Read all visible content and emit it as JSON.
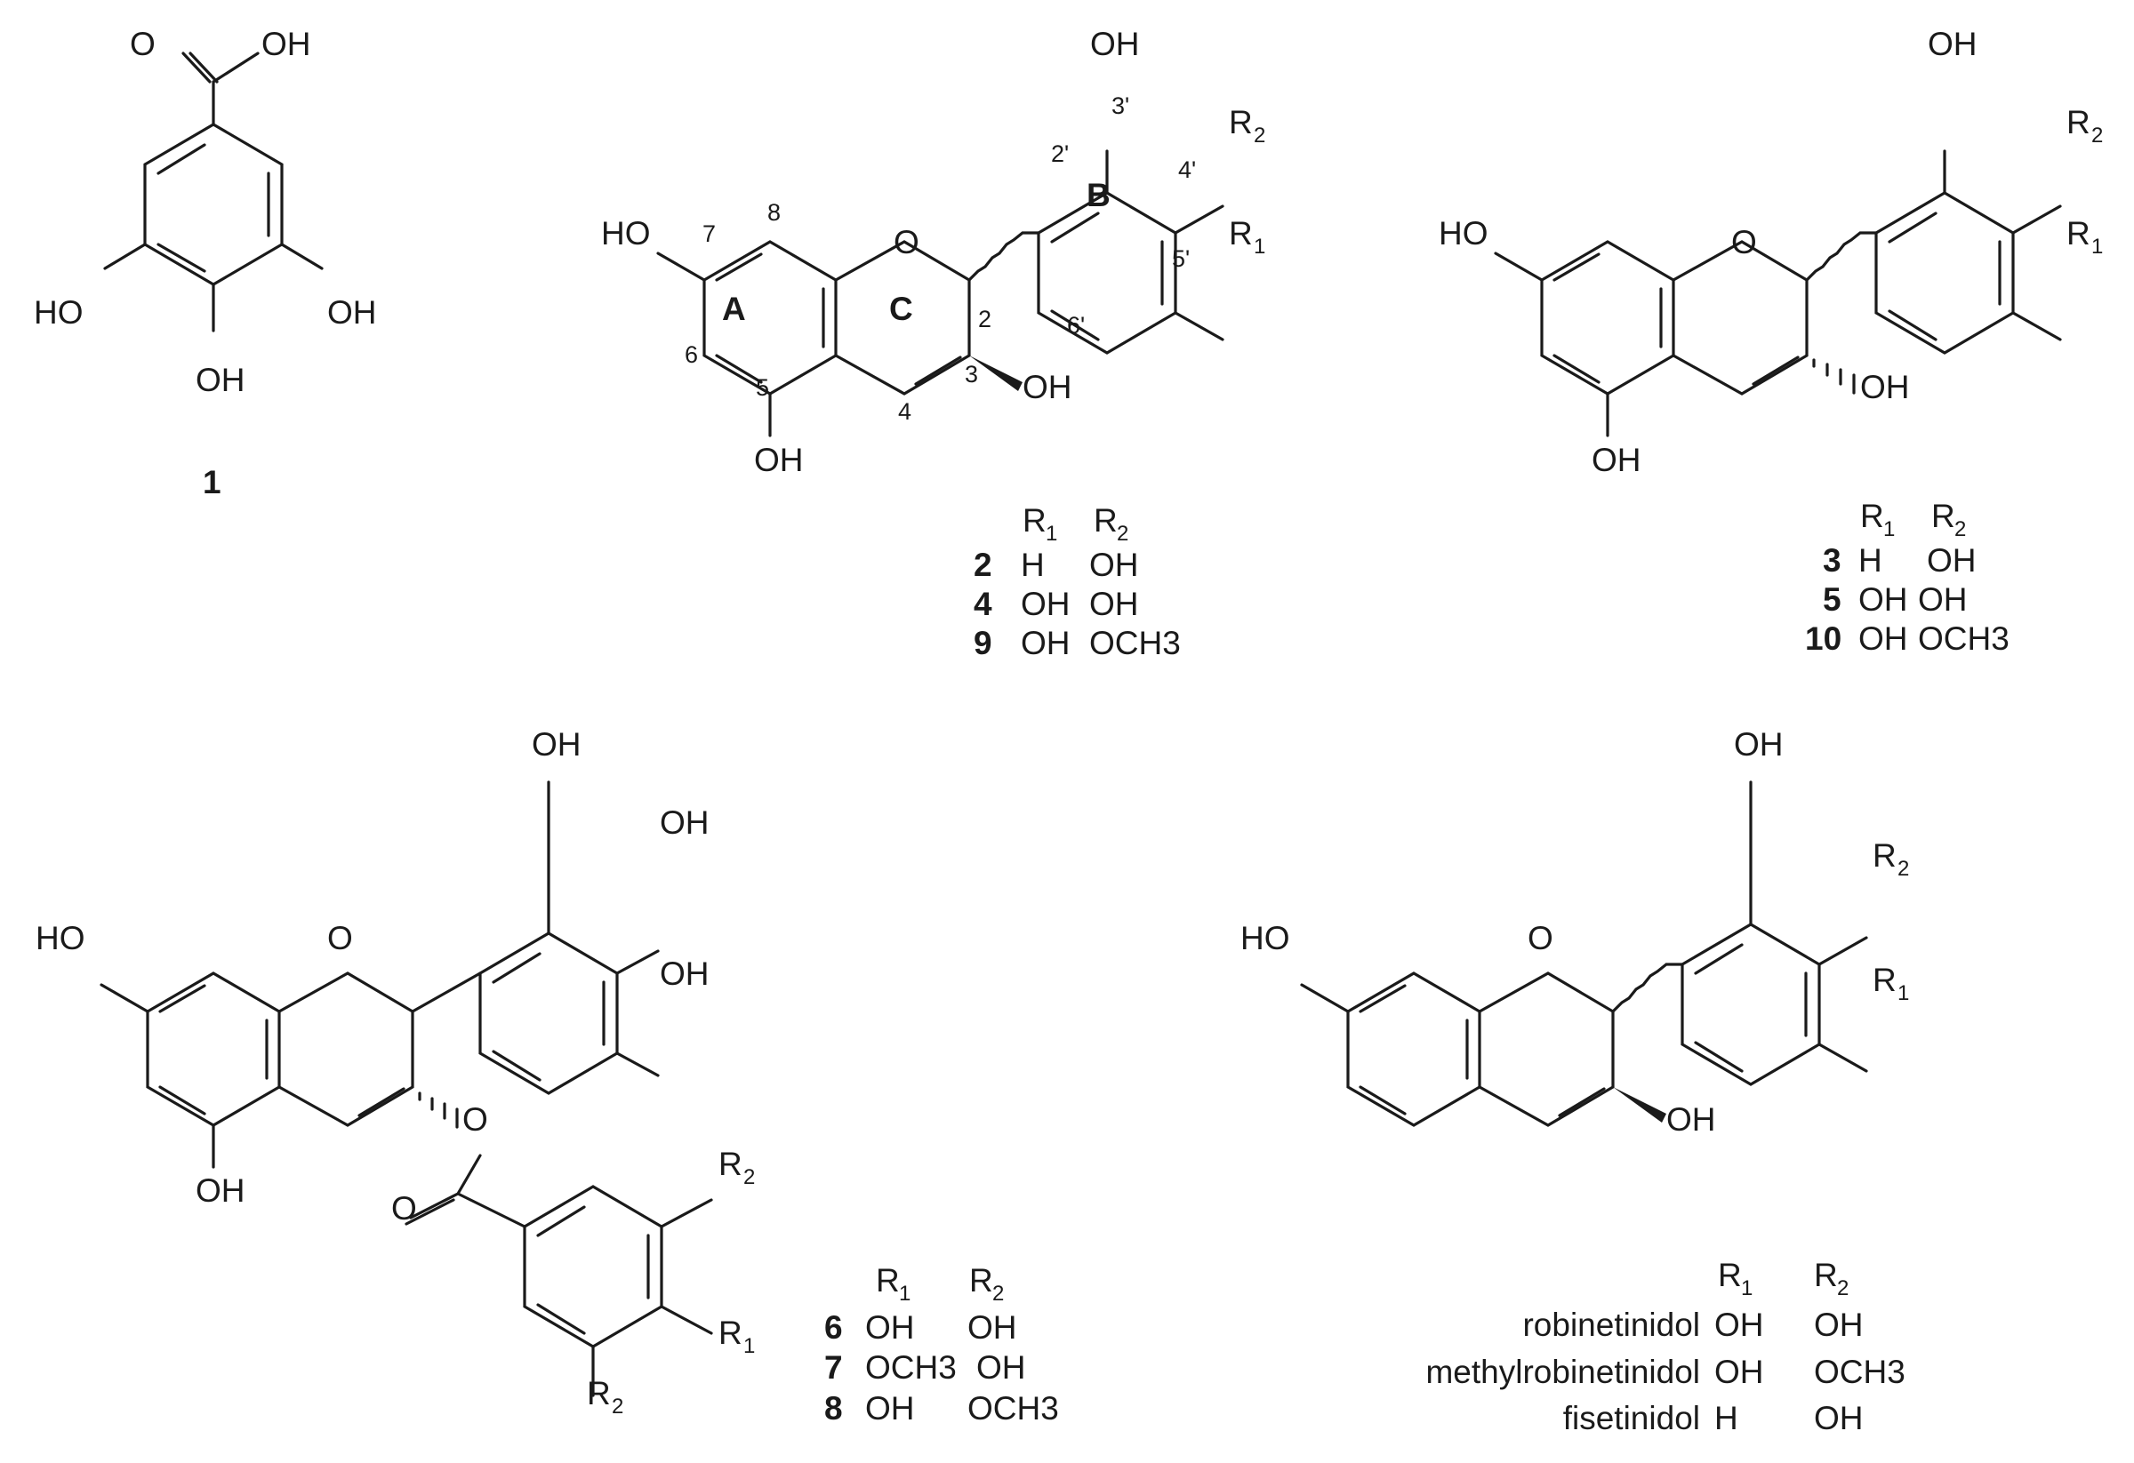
{
  "atoms": {
    "OH": "OH",
    "HO": "HO",
    "O": "O",
    "R": "R",
    "one": "1",
    "two": "2"
  },
  "ring_labels": {
    "A": "A",
    "B": "B",
    "C": "C"
  },
  "positions": {
    "p2": "2",
    "p3": "3",
    "p4": "4",
    "p5": "5",
    "p6": "6",
    "p7": "7",
    "p8": "8",
    "p2p": "2'",
    "p3p": "3'",
    "p4p": "4'",
    "p5p": "5'",
    "p6p": "6'"
  },
  "compound1": {
    "label": "1"
  },
  "table_A": {
    "header": [
      "R1",
      "R2"
    ],
    "rows": [
      {
        "id": "2",
        "r1": "H",
        "r2": "OH"
      },
      {
        "id": "4",
        "r1": "OH",
        "r2": "OH"
      },
      {
        "id": "9",
        "r1": "OH",
        "r2": "OCH3"
      }
    ]
  },
  "table_B": {
    "header": [
      "R1",
      "R2"
    ],
    "rows": [
      {
        "id": "3",
        "r1": "H",
        "r2": "OH"
      },
      {
        "id": "5",
        "r1": "OH",
        "r2": "OH"
      },
      {
        "id": "10",
        "r1": "OH",
        "r2": "OCH3"
      }
    ]
  },
  "table_C": {
    "header": [
      "R1",
      "R2"
    ],
    "rows": [
      {
        "id": "6",
        "r1": "OH",
        "r2": "OH"
      },
      {
        "id": "7",
        "r1": "OCH3",
        "r2": "OH"
      },
      {
        "id": "8",
        "r1": "OH",
        "r2": "OCH3"
      }
    ]
  },
  "table_D": {
    "header": [
      "R1",
      "R2"
    ],
    "rows": [
      {
        "name": "robinetinidol",
        "r1": "OH",
        "r2": "OH"
      },
      {
        "name": "methylrobinetinidol",
        "r1": "OH",
        "r2": "OCH3"
      },
      {
        "name": "fisetinidol",
        "r1": "H",
        "r2": "OH"
      }
    ]
  }
}
